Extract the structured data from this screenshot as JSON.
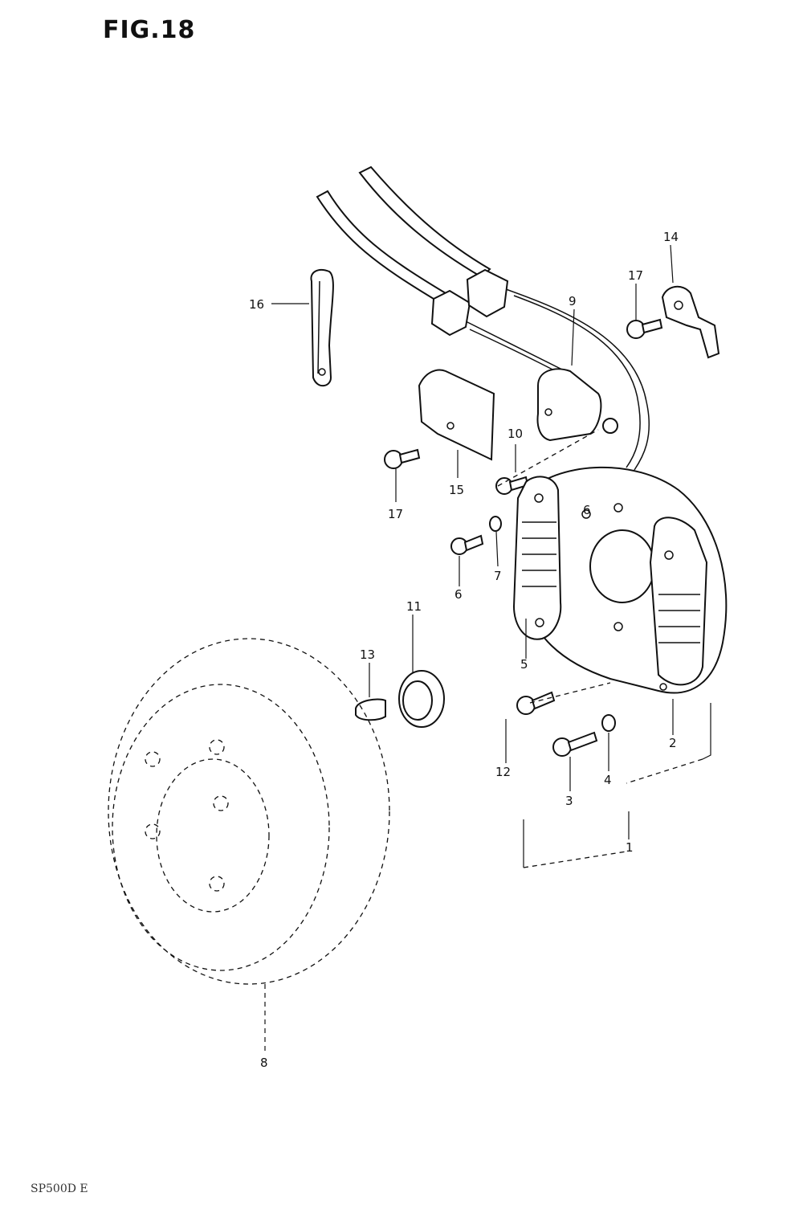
{
  "figure": {
    "title": "FIG.18",
    "footer": "SP500D E"
  },
  "labels": {
    "l1": "1",
    "l2": "2",
    "l3": "3",
    "l4": "4",
    "l5": "5",
    "l6a": "6",
    "l6b": "6",
    "l7": "7",
    "l8": "8",
    "l9": "9",
    "l10": "10",
    "l11": "11",
    "l12": "12",
    "l13": "13",
    "l14": "14",
    "l15": "15",
    "l16": "16",
    "l17a": "17",
    "l17b": "17"
  }
}
